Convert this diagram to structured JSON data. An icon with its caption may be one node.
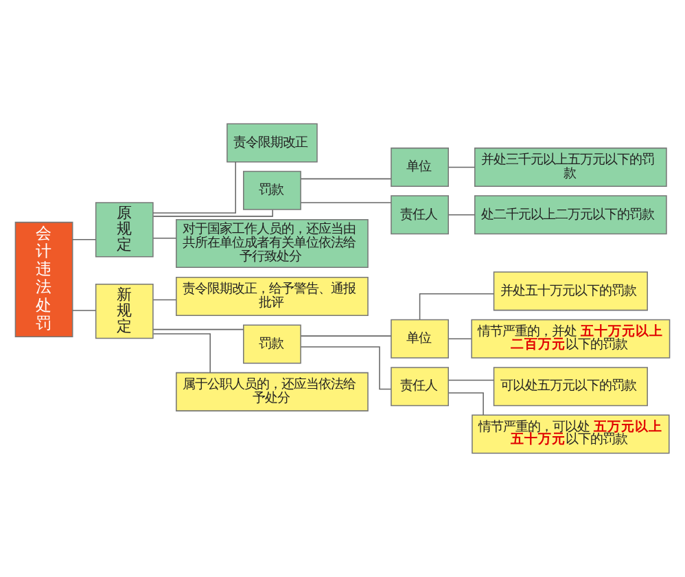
{
  "diagram": {
    "nodes": [
      {
        "text": [
          "会计违法处罚"
        ]
      },
      {
        "text": [
          "原规定"
        ]
      },
      {
        "text": [
          "责令限期改正"
        ]
      },
      {
        "text": [
          "罚款"
        ]
      },
      {
        "text": [
          "单位"
        ]
      },
      {
        "text": [
          "并处三千元以上五万元以下的罚款"
        ]
      },
      {
        "text": [
          "责任人"
        ]
      },
      {
        "text": [
          "处二千元以上二万元以下的罚款"
        ]
      },
      {
        "text": [
          "对于国家工作人员的，还应当由共所在单位成者有关单位依法给予行致处分"
        ]
      },
      {
        "text": [
          "新规定"
        ]
      },
      {
        "text": [
          "责令限期改正，给予警告、通报批评"
        ]
      },
      {
        "text": [
          "罚款"
        ]
      },
      {
        "text": [
          "单位"
        ]
      },
      {
        "text": [
          "并处五十万元以下的罚款"
        ]
      },
      {
        "text": [
          "情节严重的，并处**五十万元以上二百万元**以下的罚款"
        ]
      },
      {
        "text": [
          "责任人"
        ]
      },
      {
        "text": [
          "可以处五万元以下的罚款"
        ]
      },
      {
        "text": [
          "情节严重的，可以处**五万元以上五十万元**以下的罚款"
        ]
      },
      {
        "text": [
          "属于公职人员的，还应当依法给予处分"
        ]
      }
    ],
    "edges": [
      {
        "from": 0,
        "to": 1,
        "arrow": "none"
      },
      {
        "from": 1,
        "to": 2,
        "arrow": "none"
      },
      {
        "from": 1,
        "to": 3,
        "arrow": "none"
      },
      {
        "from": 3,
        "to": 4,
        "arrow": "none"
      },
      {
        "from": 4,
        "to": 5,
        "arrow": "none"
      },
      {
        "from": 3,
        "to": 6,
        "arrow": "none"
      },
      {
        "from": 6,
        "to": 7,
        "arrow": "none"
      },
      {
        "from": 1,
        "to": 8,
        "arrow": "none"
      },
      {
        "from": 0,
        "to": 9,
        "arrow": "none"
      },
      {
        "from": 9,
        "to": 10,
        "arrow": "none"
      },
      {
        "from": 9,
        "to": 11,
        "arrow": "none"
      },
      {
        "from": 11,
        "to": 12,
        "arrow": "none"
      },
      {
        "from": 12,
        "to": 13,
        "arrow": "none"
      },
      {
        "from": 12,
        "to": 14,
        "arrow": "none"
      },
      {
        "from": 11,
        "to": 15,
        "arrow": "none"
      },
      {
        "from": 15,
        "to": 16,
        "arrow": "none"
      },
      {
        "from": 15,
        "to": 17,
        "arrow": "none"
      },
      {
        "from": 9,
        "to": 18,
        "arrow": "none"
      }
    ]
  }
}
